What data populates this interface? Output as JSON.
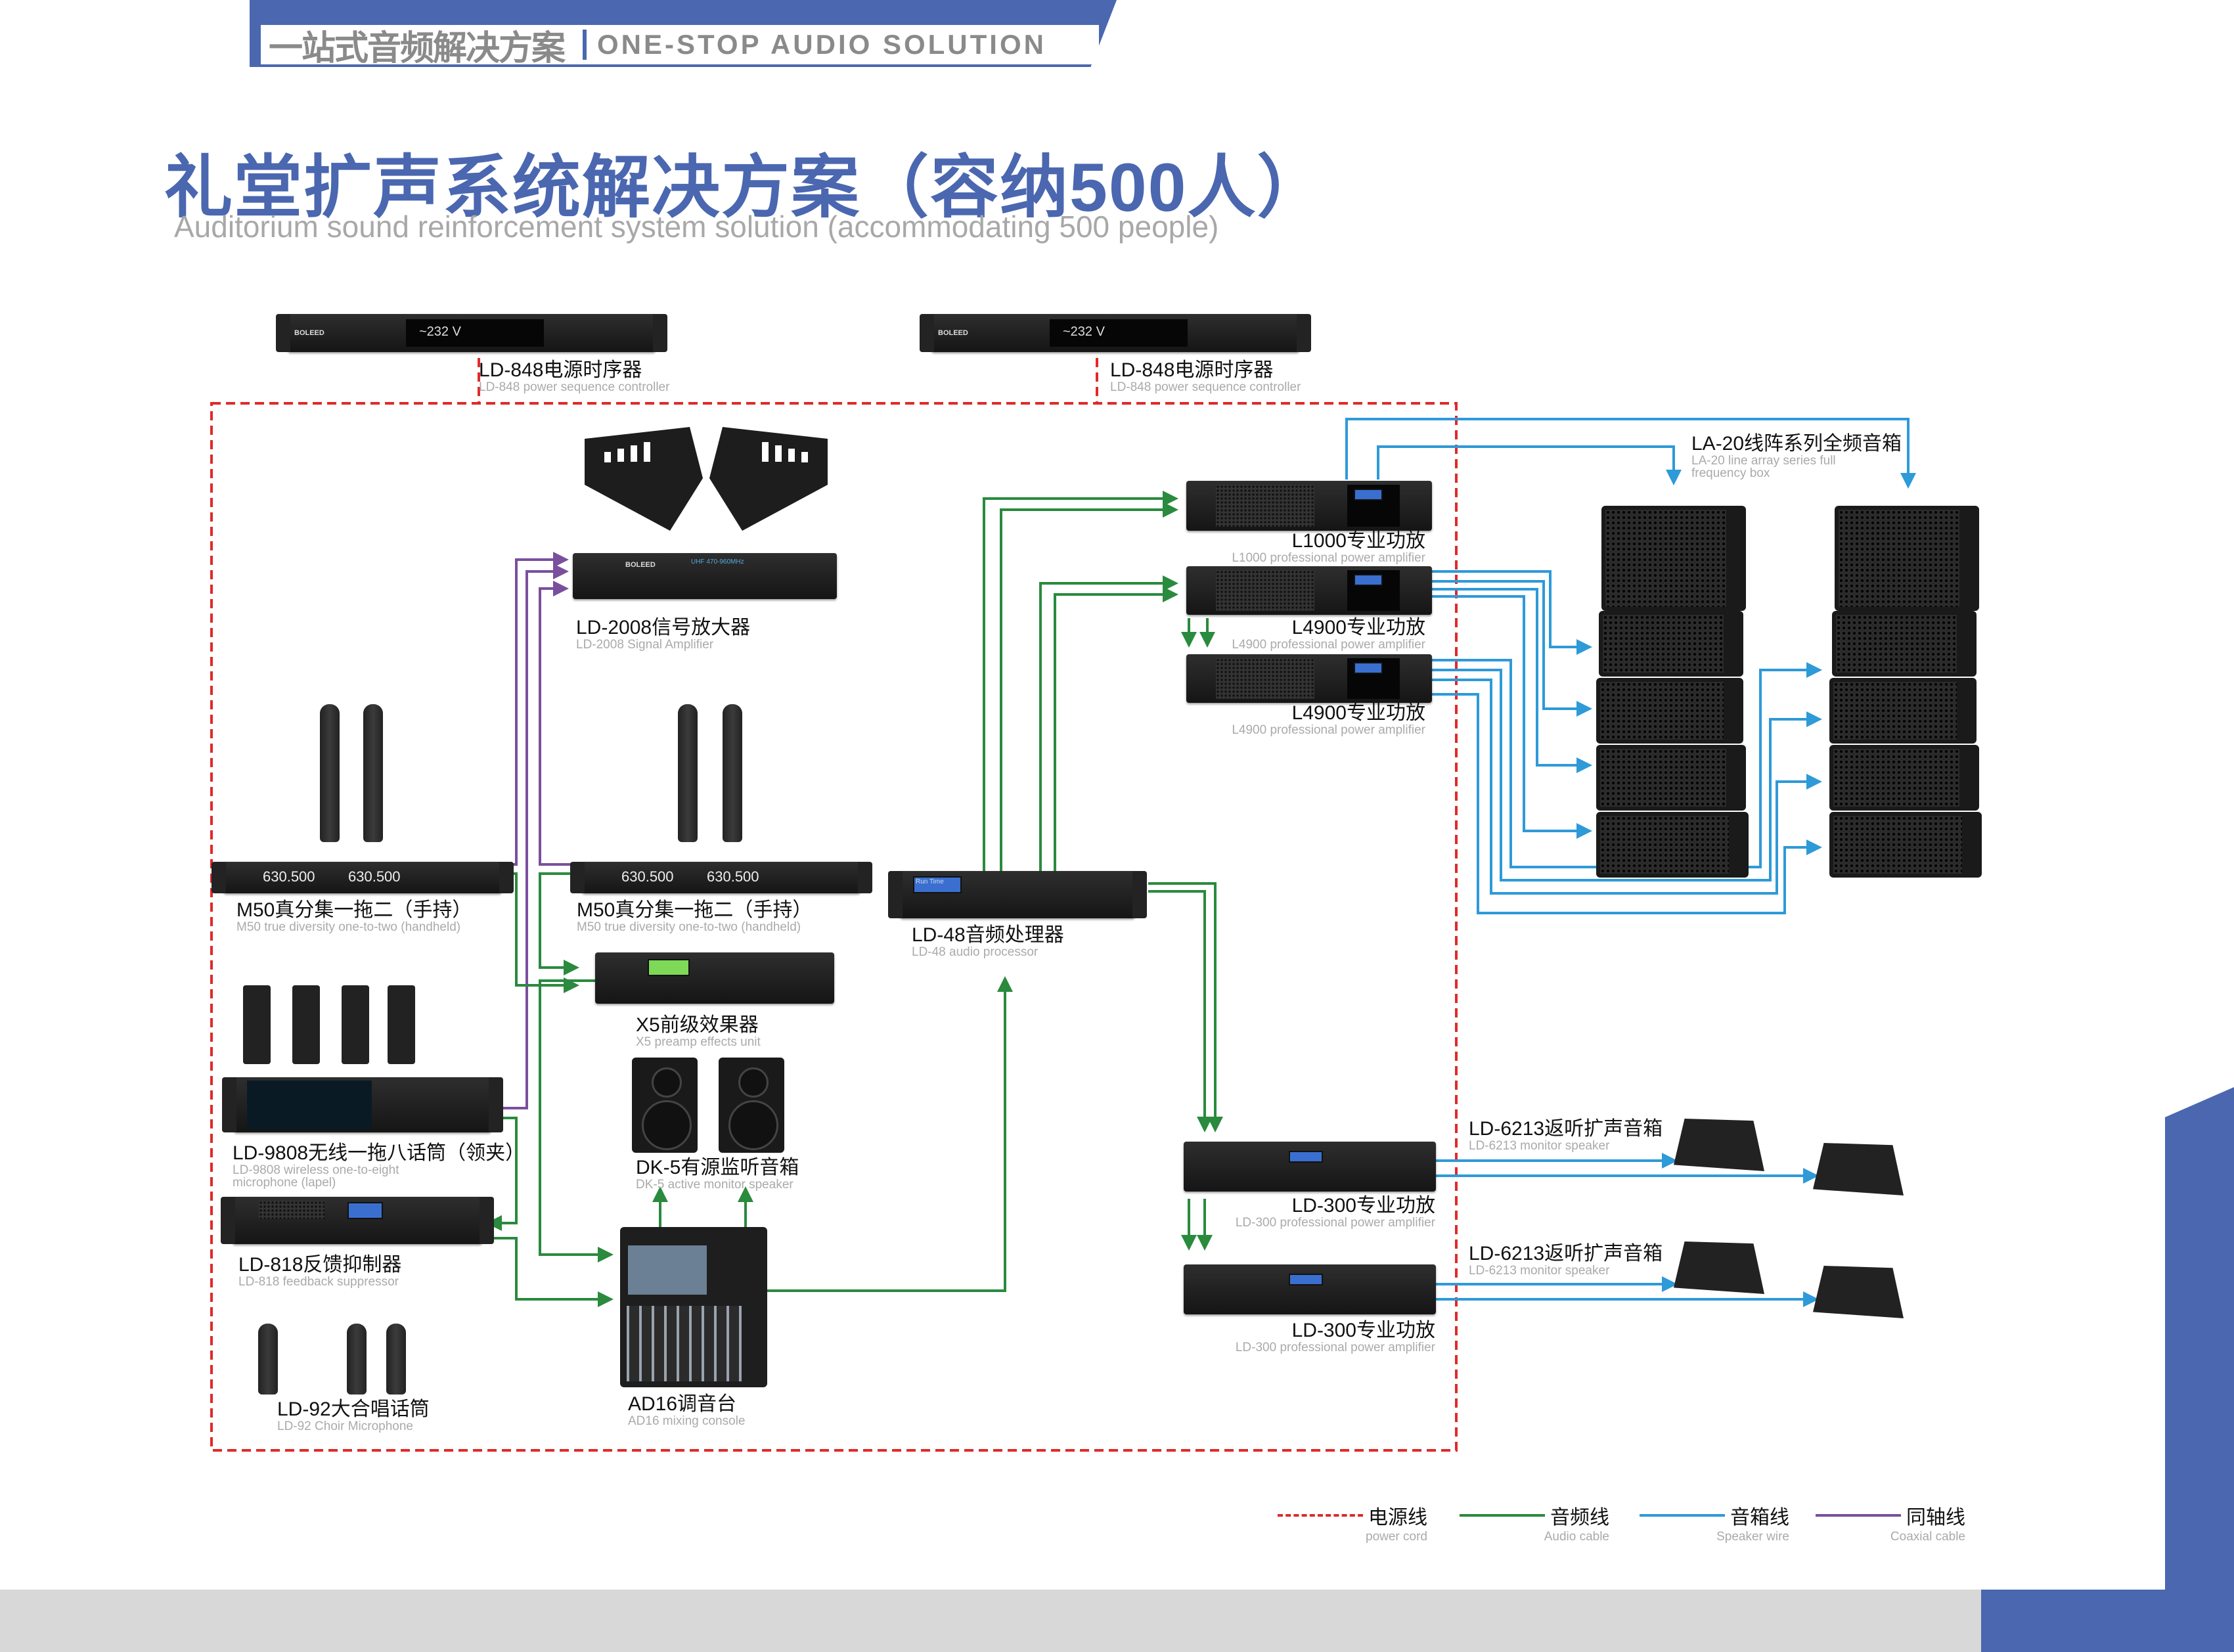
{
  "header": {
    "tagline_cn": "一站式音频解决方案",
    "tagline_en": "ONE-STOP AUDIO SOLUTION",
    "title_cn": "礼堂扩声系统解决方案（容纳500人）",
    "title_en": "Auditorium sound reinforcement system solution (accommodating 500 people)"
  },
  "colors": {
    "brand_blue": "#4a67b0",
    "power_cord": "#e02a2a",
    "audio_cable": "#2a8a3e",
    "speaker_wire": "#2e9ad8",
    "coaxial_cable": "#7a4f9e"
  },
  "devices": {
    "seq1": {
      "cn": "LD-848电源时序器",
      "en": "LD-848 power sequence controller",
      "display": "~232 V"
    },
    "seq2": {
      "cn": "LD-848电源时序器",
      "en": "LD-848 power sequence controller",
      "display": "~232 V"
    },
    "antenna_amp": {
      "cn": "LD-2008信号放大器",
      "en": "LD-2008 Signal Amplifier",
      "brand": "BOLEED",
      "lcd": "UHF 470-960MHz"
    },
    "m50_a": {
      "cn": "M50真分集一拖二（手持）",
      "en": "M50 true diversity one-to-two (handheld)",
      "display": "630.500"
    },
    "m50_b": {
      "cn": "M50真分集一拖二（手持）",
      "en": "M50 true diversity one-to-two (handheld)",
      "display": "630.500"
    },
    "ld9808": {
      "cn": "LD-9808无线一拖八话筒（领夹）",
      "en_line1": "LD-9808 wireless one-to-eight",
      "en_line2": "microphone (lapel)"
    },
    "ld818": {
      "cn": "LD-818反馈抑制器",
      "en": "LD-818 feedback suppressor"
    },
    "ld92": {
      "cn": "LD-92大合唱话筒",
      "en": "LD-92 Choir Microphone"
    },
    "x5": {
      "cn": "X5前级效果器",
      "en": "X5 preamp effects unit"
    },
    "dk5": {
      "cn": "DK-5有源监听音箱",
      "en": "DK-5 active monitor speaker"
    },
    "ad16": {
      "cn": "AD16调音台",
      "en": "AD16 mixing console"
    },
    "ld48": {
      "cn": "LD-48音频处理器",
      "en": "LD-48 audio processor",
      "lcd": "Run Time"
    },
    "l1000": {
      "cn": "L1000专业功放",
      "en": "L1000 professional power amplifier"
    },
    "l4900_a": {
      "cn": "L4900专业功放",
      "en": "L4900 professional power amplifier"
    },
    "l4900_b": {
      "cn": "L4900专业功放",
      "en": "L4900 professional power amplifier"
    },
    "la20": {
      "cn": "LA-20线阵系列全频音箱",
      "en_line1": "LA-20 line array series full",
      "en_line2": "frequency box"
    },
    "ld300_a": {
      "cn": "LD-300专业功放",
      "en": "LD-300 professional power amplifier"
    },
    "ld300_b": {
      "cn": "LD-300专业功放",
      "en": "LD-300 professional power amplifier"
    },
    "ld6213_a": {
      "cn": "LD-6213返听扩声音箱",
      "en": "LD-6213 monitor speaker"
    },
    "ld6213_b": {
      "cn": "LD-6213返听扩声音箱",
      "en": "LD-6213 monitor speaker"
    }
  },
  "brand_label": "BOLEED",
  "legend": [
    {
      "cn": "电源线",
      "en": "power cord",
      "style": "dashed",
      "color": "#e02a2a"
    },
    {
      "cn": "音频线",
      "en": "Audio cable",
      "style": "solid",
      "color": "#2a8a3e"
    },
    {
      "cn": "音箱线",
      "en": "Speaker wire",
      "style": "solid",
      "color": "#2e9ad8"
    },
    {
      "cn": "同轴线",
      "en": "Coaxial cable",
      "style": "solid",
      "color": "#7a4f9e"
    }
  ]
}
